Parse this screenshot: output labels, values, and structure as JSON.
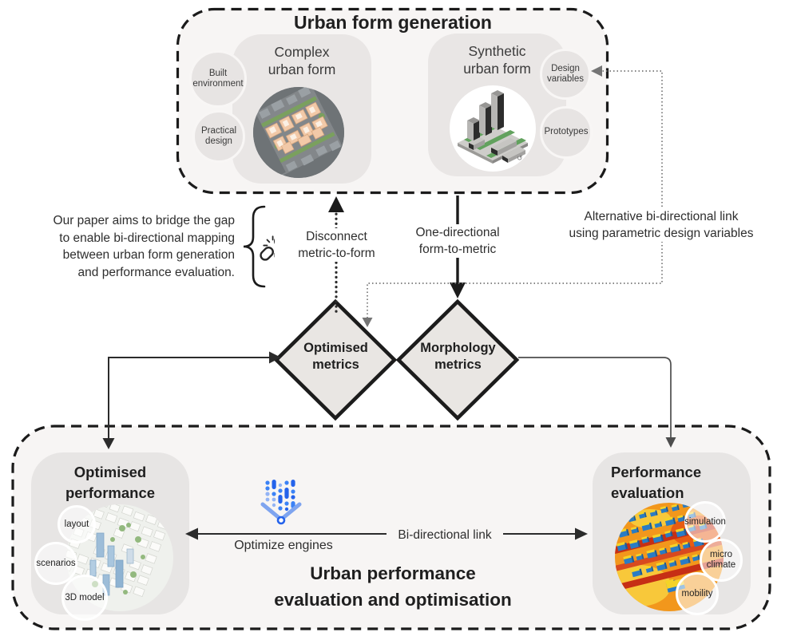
{
  "colors": {
    "canvas_bg": "#ffffff",
    "box_fill": "#f7f5f4",
    "panel_fill": "#e9e6e5",
    "diamond_fill": "#e9e6e3",
    "border_dark": "#1b1b1b",
    "text_dark": "#2d2d2d",
    "accent_blue": "#3b82f6",
    "accent_blue_light": "#8fb0ee",
    "thermal_orange": "#f2971c",
    "thermal_red": "#c62f15",
    "thermal_yellow": "#f5d327",
    "thermal_building_blue": "#2a7cc4"
  },
  "top_box": {
    "title": "Urban form generation",
    "complex_panel": {
      "title_lines": [
        "Complex",
        "urban form"
      ],
      "image": "aerial-photo-of-complex-urban-form",
      "circles": [
        {
          "lines": [
            "Built",
            "environment"
          ]
        },
        {
          "lines": [
            "Practical",
            "design"
          ]
        }
      ]
    },
    "synthetic_panel": {
      "title_lines": [
        "Synthetic",
        "urban form"
      ],
      "image": "isometric-3d-bars-synthetic-urban-form",
      "circles": [
        {
          "lines": [
            "Design",
            "variables"
          ]
        },
        {
          "lines": [
            "Prototypes"
          ]
        }
      ]
    }
  },
  "middle": {
    "statement_lines": [
      "Our paper aims to bridge the gap",
      "to enable bi-directional mapping",
      "between urban form generation",
      "and performance evaluation."
    ],
    "disconnect_lines": [
      "Disconnect",
      "metric-to-form"
    ],
    "one_directional_lines": [
      "One-directional",
      "form-to-metric"
    ],
    "alternative_lines": [
      "Alternative bi-directional link",
      "using parametric design variables"
    ],
    "diamond_left_lines": [
      "Optimised",
      "metrics"
    ],
    "diamond_right_lines": [
      "Morphology",
      "metrics"
    ]
  },
  "bottom_box": {
    "title_lines": [
      "Urban performance",
      "evaluation and optimisation"
    ],
    "optimised_panel": {
      "title_lines": [
        "Optimised",
        "performance"
      ],
      "image": "3d-city-model-optimised-performance",
      "circles": [
        {
          "lines": [
            "layout"
          ]
        },
        {
          "lines": [
            "scenarios"
          ]
        },
        {
          "lines": [
            "3D model"
          ]
        }
      ]
    },
    "evaluation_panel": {
      "title_lines": [
        "Performance",
        "evaluation"
      ],
      "image": "thermal-simulation-performance-evaluation",
      "circles": [
        {
          "lines": [
            "simulation"
          ]
        },
        {
          "lines": [
            "micro",
            "climate"
          ]
        },
        {
          "lines": [
            "mobility"
          ]
        }
      ]
    },
    "optimize_engines_label": "Optimize engines",
    "bidirectional_label": "Bi-directional link"
  }
}
